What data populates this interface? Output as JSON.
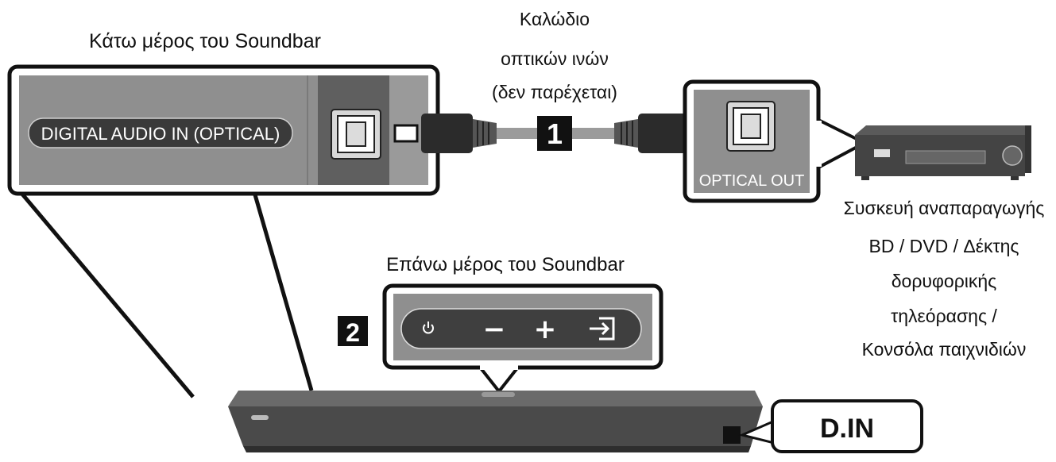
{
  "labels": {
    "bottom_of_soundbar": "Κάτω μέρος του Soundbar",
    "cable_line1": "Καλώδιο",
    "cable_line2": "οπτικών ινών",
    "cable_line3": "(δεν παρέχεται)",
    "digital_audio_in": "DIGITAL AUDIO IN (OPTICAL)",
    "optical_out": "OPTICAL OUT",
    "top_of_soundbar": "Επάνω μέρος του Soundbar",
    "device_line1": "Συσκευή αναπαραγωγής",
    "device_line2": "BD / DVD / Δέκτης",
    "device_line3": "δορυφορικής",
    "device_line4": "τηλεόρασης /",
    "device_line5": "Κονσόλα παιχνιδιών",
    "display_text": "D.IN"
  },
  "steps": {
    "step1": "1",
    "step2": "2"
  },
  "buttons": {
    "power_icon": "power-icon",
    "volume_down": "−",
    "volume_up": "+",
    "source_icon": "source-input-icon"
  }
}
